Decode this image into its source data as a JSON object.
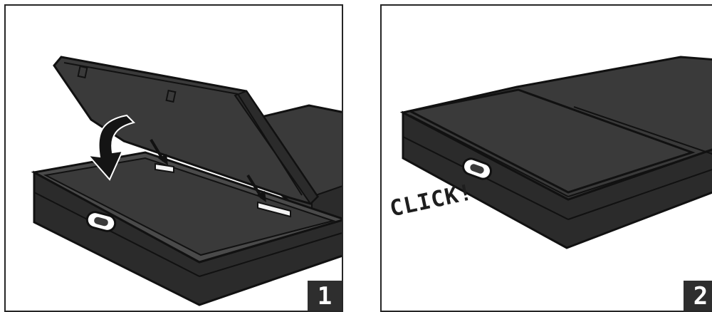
{
  "steps": [
    {
      "number": "1"
    },
    {
      "number": "2",
      "caption": "CLICK!"
    }
  ],
  "colors": {
    "case_dark": "#3a3a3a",
    "case_side": "#2b2b2b",
    "outline": "#111111",
    "arrow": "#141414",
    "highlight": "#f2f2f2",
    "frame": "#262626"
  }
}
